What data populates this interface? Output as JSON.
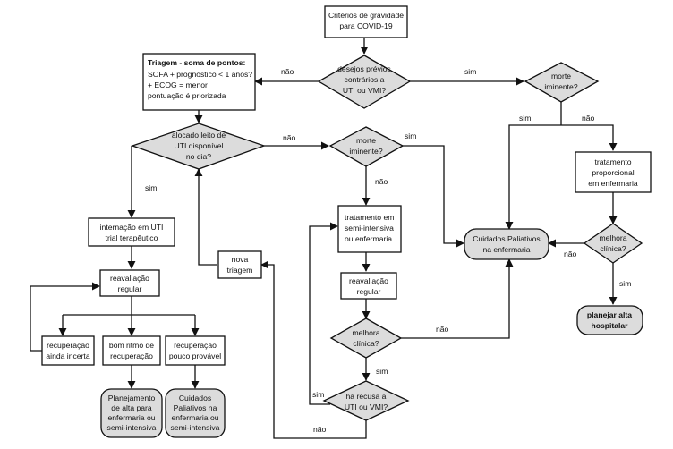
{
  "nodes": {
    "start": [
      "Critérios de gravidade",
      "para COVID-19"
    ],
    "desejos": [
      "desejos prévios",
      "contrários a",
      "UTI ou  VMI?"
    ],
    "triagem_title": "Triagem - soma de pontos:",
    "triagem_body": [
      "SOFA + prognóstico < 1 anos?",
      "+ ECOG = menor",
      "pontuação é priorizada"
    ],
    "morte1": [
      "morte",
      "iminente?"
    ],
    "alocado": [
      "alocado leito de",
      "UTI disponível",
      "no dia?"
    ],
    "morte2": [
      "morte",
      "iminente?"
    ],
    "tratamento_prop": [
      "tratamento",
      "proporcional",
      "em enfermaria"
    ],
    "internacao": [
      "internação em UTI",
      "trial terapêutico"
    ],
    "trat_semi": [
      "tratamento em",
      "semi-intensiva",
      "ou enfermaria"
    ],
    "cuidados_enf": [
      "Cuidados Paliativos",
      "na enfermaria"
    ],
    "melhora1": [
      "melhora",
      "clínica?"
    ],
    "nova_triagem": [
      "nova",
      "triagem"
    ],
    "reaval1": [
      "reavaliação",
      "regular"
    ],
    "reaval2": [
      "reavaliação",
      "regular"
    ],
    "planejar_alta": [
      "planejar alta",
      "hospitalar"
    ],
    "rec_incerta": [
      "recuperação",
      "ainda incerta"
    ],
    "bom_ritmo": [
      "bom ritmo de",
      "recuperação"
    ],
    "rec_pouco": [
      "recuperação",
      "pouco provável"
    ],
    "melhora2": [
      "melhora",
      "clínica?"
    ],
    "recusa": [
      "há recusa a",
      "UTI ou  VMI?"
    ],
    "plan_alta_enf": [
      "Planejamento",
      "de alta para",
      "enfermaria ou",
      "semi-intensiva"
    ],
    "cuidados_semi": [
      "Cuidados",
      "Paliativos na",
      "enfermaria ou",
      "semi-intensiva"
    ]
  },
  "edge_labels": {
    "nao": "não",
    "sim": "sim"
  }
}
